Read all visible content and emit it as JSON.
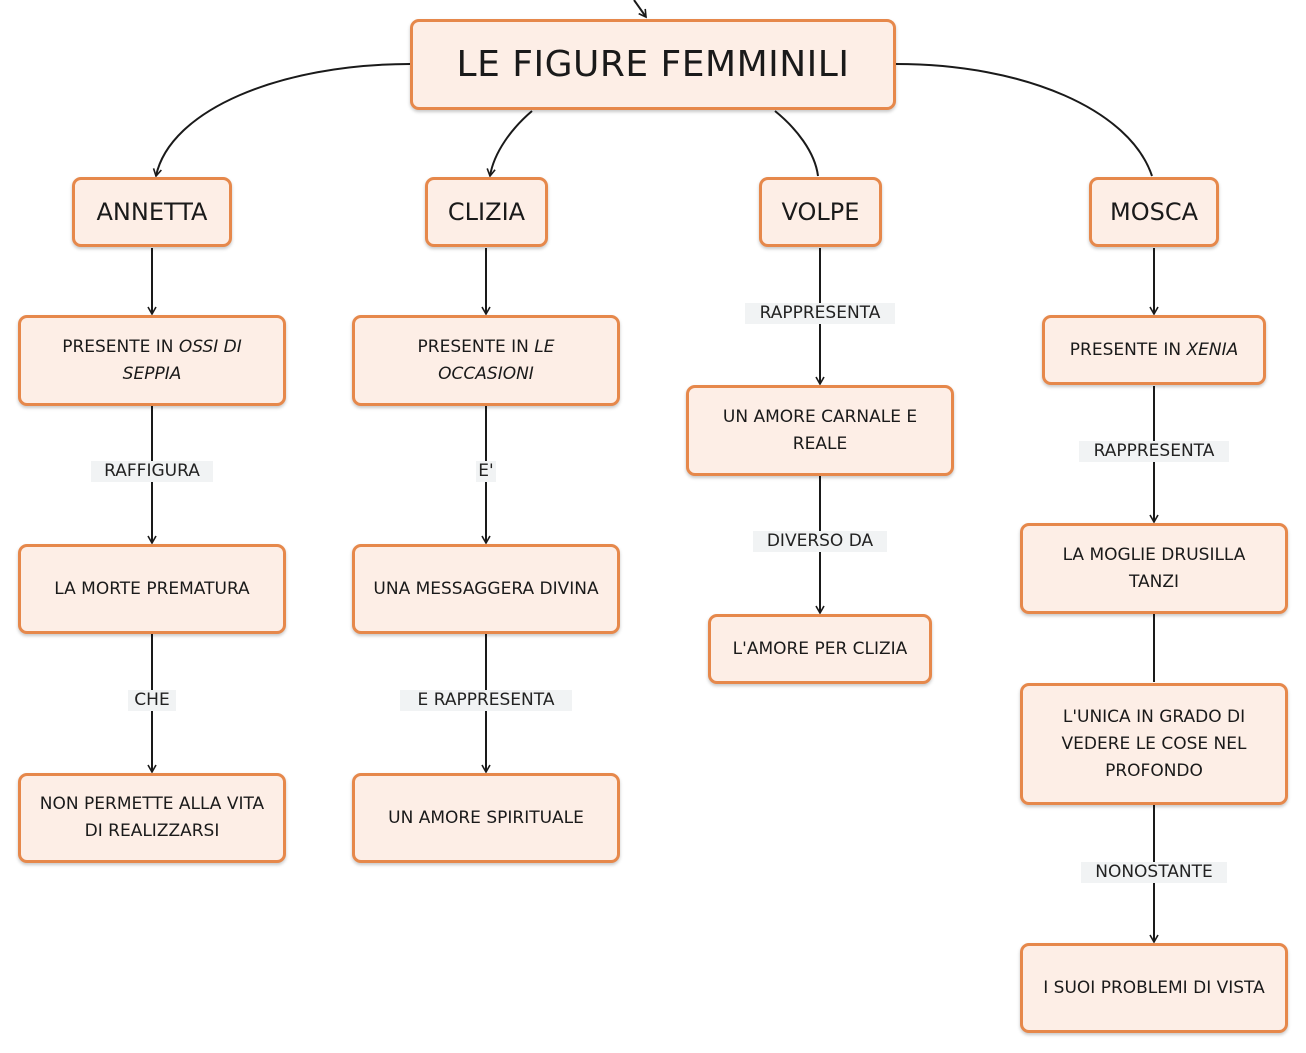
{
  "title": "LE FIGURE FEMMINILI",
  "colors": {
    "node_fill": "#fdeee6",
    "node_border": "#e6884b",
    "line": "#1a1a1a",
    "label_bg": "#f1f3f4"
  },
  "branches": {
    "annetta": {
      "name": "ANNETTA",
      "presence": {
        "prefix": "PRESENTE IN ",
        "work": "OSSI DI SEPPIA"
      },
      "rel_1": "RAFFIGURA",
      "node_2": "LA MORTE PREMATURA",
      "rel_2": "CHE",
      "node_3": "NON PERMETTE ALLA VITA DI REALIZZARSI"
    },
    "clizia": {
      "name": "CLIZIA",
      "presence": {
        "prefix": "PRESENTE IN ",
        "work": "LE OCCASIONI"
      },
      "rel_1": "E'",
      "node_2": "UNA MESSAGGERA DIVINA",
      "rel_2": "E RAPPRESENTA",
      "node_3": "UN AMORE SPIRITUALE"
    },
    "volpe": {
      "name": "VOLPE",
      "rel_1": "RAPPRESENTA",
      "node_1": "UN AMORE CARNALE E REALE",
      "rel_2": "DIVERSO DA",
      "node_2": "L'AMORE PER CLIZIA"
    },
    "mosca": {
      "name": "MOSCA",
      "presence": {
        "prefix": "PRESENTE IN ",
        "work": "XENIA"
      },
      "rel_1": "RAPPRESENTA",
      "node_2": "LA MOGLIE DRUSILLA TANZI",
      "node_3": "L'UNICA IN GRADO DI VEDERE LE COSE NEL PROFONDO",
      "rel_3": "NONOSTANTE",
      "node_4": "I SUOI PROBLEMI DI VISTA"
    }
  }
}
